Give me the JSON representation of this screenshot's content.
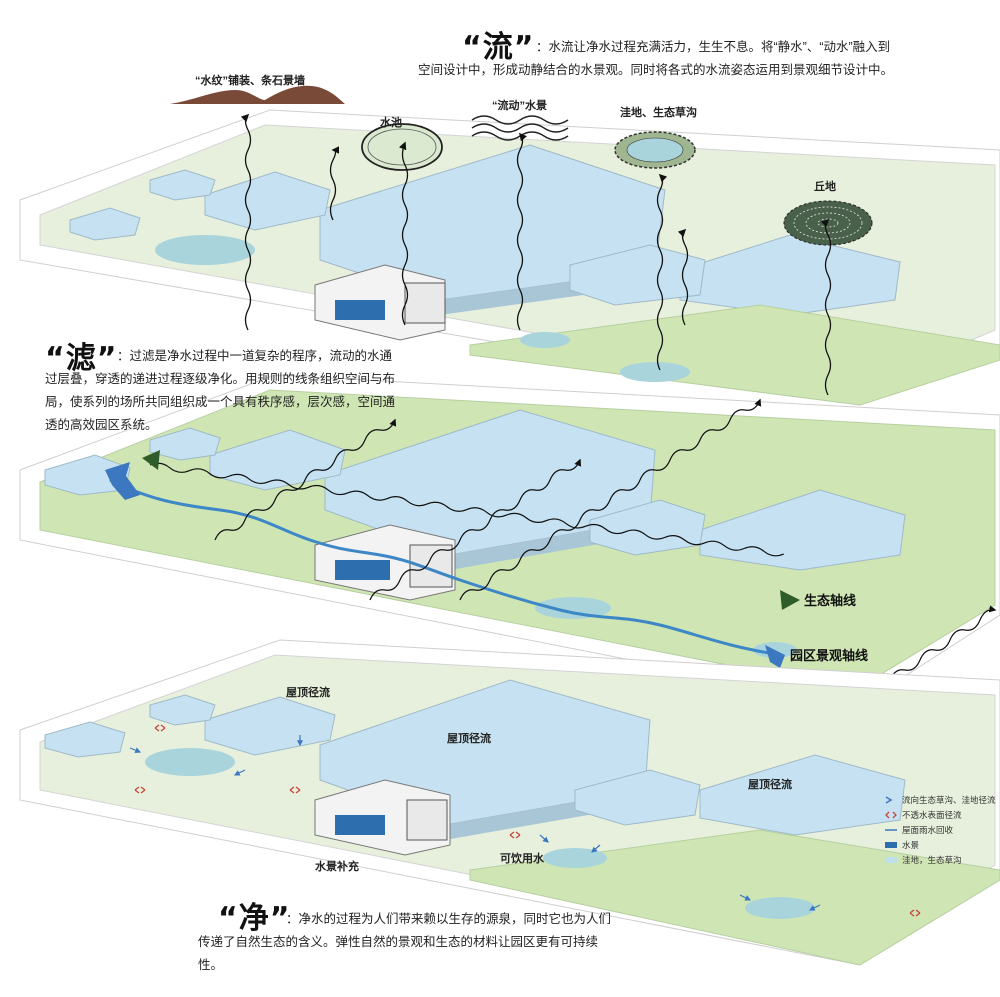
{
  "sections": {
    "liu": {
      "title": "“流”",
      "text": "：水流让净水过程充满活力，生生不息。将“静水”、“动水”融入到空间设计中，形成动静结合的水景观。同时将各式的水流姿态运用到景观细节设计中。"
    },
    "lv": {
      "title": "“滤”",
      "text": "：过滤是净水过程中一道复杂的程序，流动的水通过层叠，穿透的递进过程逐级净化。用规则的线条组织空间与布局，使系列的场所共同组织成一个具有秩序感，层次感，空间通透的高效园区系统。"
    },
    "jing": {
      "title": "“净”",
      "text": "：净水的过程为人们带来赖以生存的源泉，同时它也为人们传递了自然生态的含义。弹性自然的景观和生态的材料让园区更有可持续性。"
    }
  },
  "callouts": {
    "paving": "“水纹”铺装、条石景墙",
    "pool": "水池",
    "flowing_water": "“流动”水景",
    "swale": "洼地、生态草沟",
    "mound": "丘地"
  },
  "axes": {
    "eco_axis": "生态轴线",
    "landscape_axis": "园区景观轴线"
  },
  "runoff_labels": {
    "roof_runoff_1": "屋顶径流",
    "roof_runoff_2": "屋顶径流",
    "roof_runoff_3": "屋顶径流",
    "water_supply": "水景补充",
    "drinkable": "可饮用水"
  },
  "legend": [
    {
      "icon": "blue-arrow",
      "label": "流向生态草沟、洼地径流",
      "color": "#3b78c0"
    },
    {
      "icon": "red-arrows",
      "label": "不透水表面径流",
      "color": "#c8443a"
    },
    {
      "icon": "blue-line",
      "label": "屋面雨水回收",
      "color": "#3b78c0"
    },
    {
      "icon": "dark-blue-box",
      "label": "水景",
      "color": "#2d6fae"
    },
    {
      "icon": "light-blue-box",
      "label": "洼地，生态草沟",
      "color": "#bfe0ea"
    }
  ],
  "colors": {
    "grass": "#cfe6b4",
    "roof": "#c9e3f1",
    "pond": "#a9d4dc",
    "water_line": "#3d87c7",
    "eco_arrow": "#2f5d2a",
    "runoff_red": "#c8443a"
  }
}
